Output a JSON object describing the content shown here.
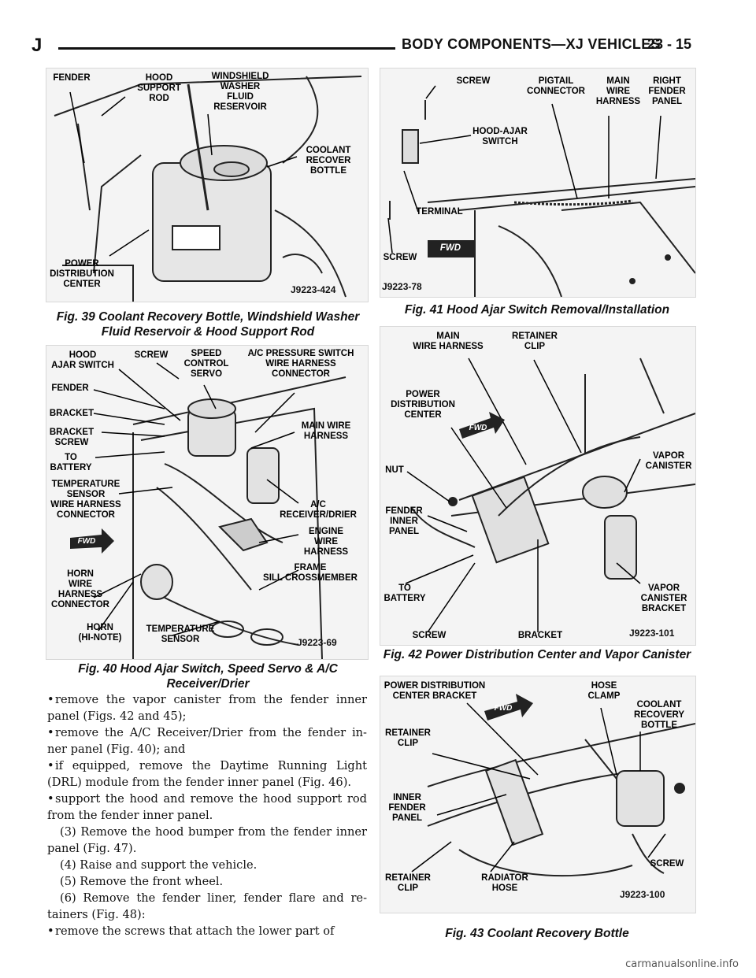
{
  "header": {
    "left_letter": "J",
    "title": "BODY COMPONENTS—XJ VEHICLES",
    "page_number": "23 - 15"
  },
  "fig39": {
    "labels": [
      "FENDER",
      "HOOD\nSUPPORT\nROD",
      "WINDSHIELD\nWASHER\nFLUID\nRESERVOIR",
      "COOLANT\nRECOVER\nBOTTLE",
      "POWER\nDISTRIBUTION\nCENTER"
    ],
    "code": "J9223-424",
    "caption": "Fig. 39 Coolant Recovery Bottle, Windshield Washer\nFluid Reservoir & Hood Support Rod"
  },
  "fig40": {
    "labels": [
      "HOOD\nAJAR SWITCH",
      "SCREW",
      "SPEED\nCONTROL\nSERVO",
      "A/C PRESSURE SWITCH\nWIRE HARNESS\nCONNECTOR",
      "FENDER",
      "BRACKET",
      "BRACKET\nSCREW",
      "TO\nBATTERY",
      "MAIN WIRE\nHARNESS",
      "TEMPERATURE\nSENSOR\nWIRE HARNESS\nCONNECTOR",
      "A/C\nRECEIVER/DRIER",
      "ENGINE\nWIRE\nHARNESS",
      "FRAME\nSILL CROSSMEMBER",
      "HORN\nWIRE\nHARNESS\nCONNECTOR",
      "HORN\n(HI-NOTE)",
      "TEMPERATURE\nSENSOR"
    ],
    "code": "J9223-69",
    "fwd": "FWD",
    "caption": "Fig. 40 Hood Ajar Switch, Speed Servo & A/C\nReceiver/Drier"
  },
  "fig41": {
    "labels": [
      "SCREW",
      "PIGTAIL\nCONNECTOR",
      "MAIN\nWIRE\nHARNESS",
      "RIGHT\nFENDER\nPANEL",
      "HOOD-AJAR\nSWITCH",
      "TERMINAL",
      "SCREW"
    ],
    "code": "J9223-78",
    "fwd": "FWD",
    "caption": "Fig. 41 Hood Ajar Switch Removal/Installation"
  },
  "fig42": {
    "labels": [
      "MAIN\nWIRE HARNESS",
      "RETAINER\nCLIP",
      "POWER\nDISTRIBUTION\nCENTER",
      "VAPOR\nCANISTER",
      "NUT",
      "FENDER\nINNER\nPANEL",
      "TO\nBATTERY",
      "VAPOR\nCANISTER\nBRACKET",
      "SCREW",
      "BRACKET"
    ],
    "code": "J9223-101",
    "fwd": "FWD",
    "caption": "Fig. 42 Power Distribution Center and Vapor Canister"
  },
  "fig43": {
    "labels": [
      "POWER DISTRIBUTION\nCENTER BRACKET",
      "HOSE\nCLAMP",
      "COOLANT\nRECOVERY\nBOTTLE",
      "RETAINER\nCLIP",
      "INNER\nFENDER\nPANEL",
      "SCREW",
      "RETAINER\nCLIP",
      "RADIATOR\nHOSE"
    ],
    "code": "J9223-100",
    "fwd": "FWD",
    "caption": "Fig. 43 Coolant Recovery Bottle"
  },
  "body": {
    "bullet": "•",
    "paragraphs": [
      "remove the vapor canister from the fender inner panel (Figs. 42 and 45);",
      "remove the A/C Receiver/Drier from the fender in-ner panel (Fig. 40); and",
      "if equipped, remove the Daytime Running Light (DRL) module from the fender inner panel (Fig. 46).",
      "support the hood and remove the hood support rod from the fender inner panel.",
      "(3) Remove the hood bumper from the fender inner panel (Fig. 47).",
      "(4) Raise and support the vehicle.",
      "(5) Remove the front wheel.",
      "(6) Remove the fender liner, fender flare and re-tainers (Fig. 48):",
      "remove the screws that attach the lower part of"
    ]
  },
  "watermark": "carmanualsonline.info"
}
